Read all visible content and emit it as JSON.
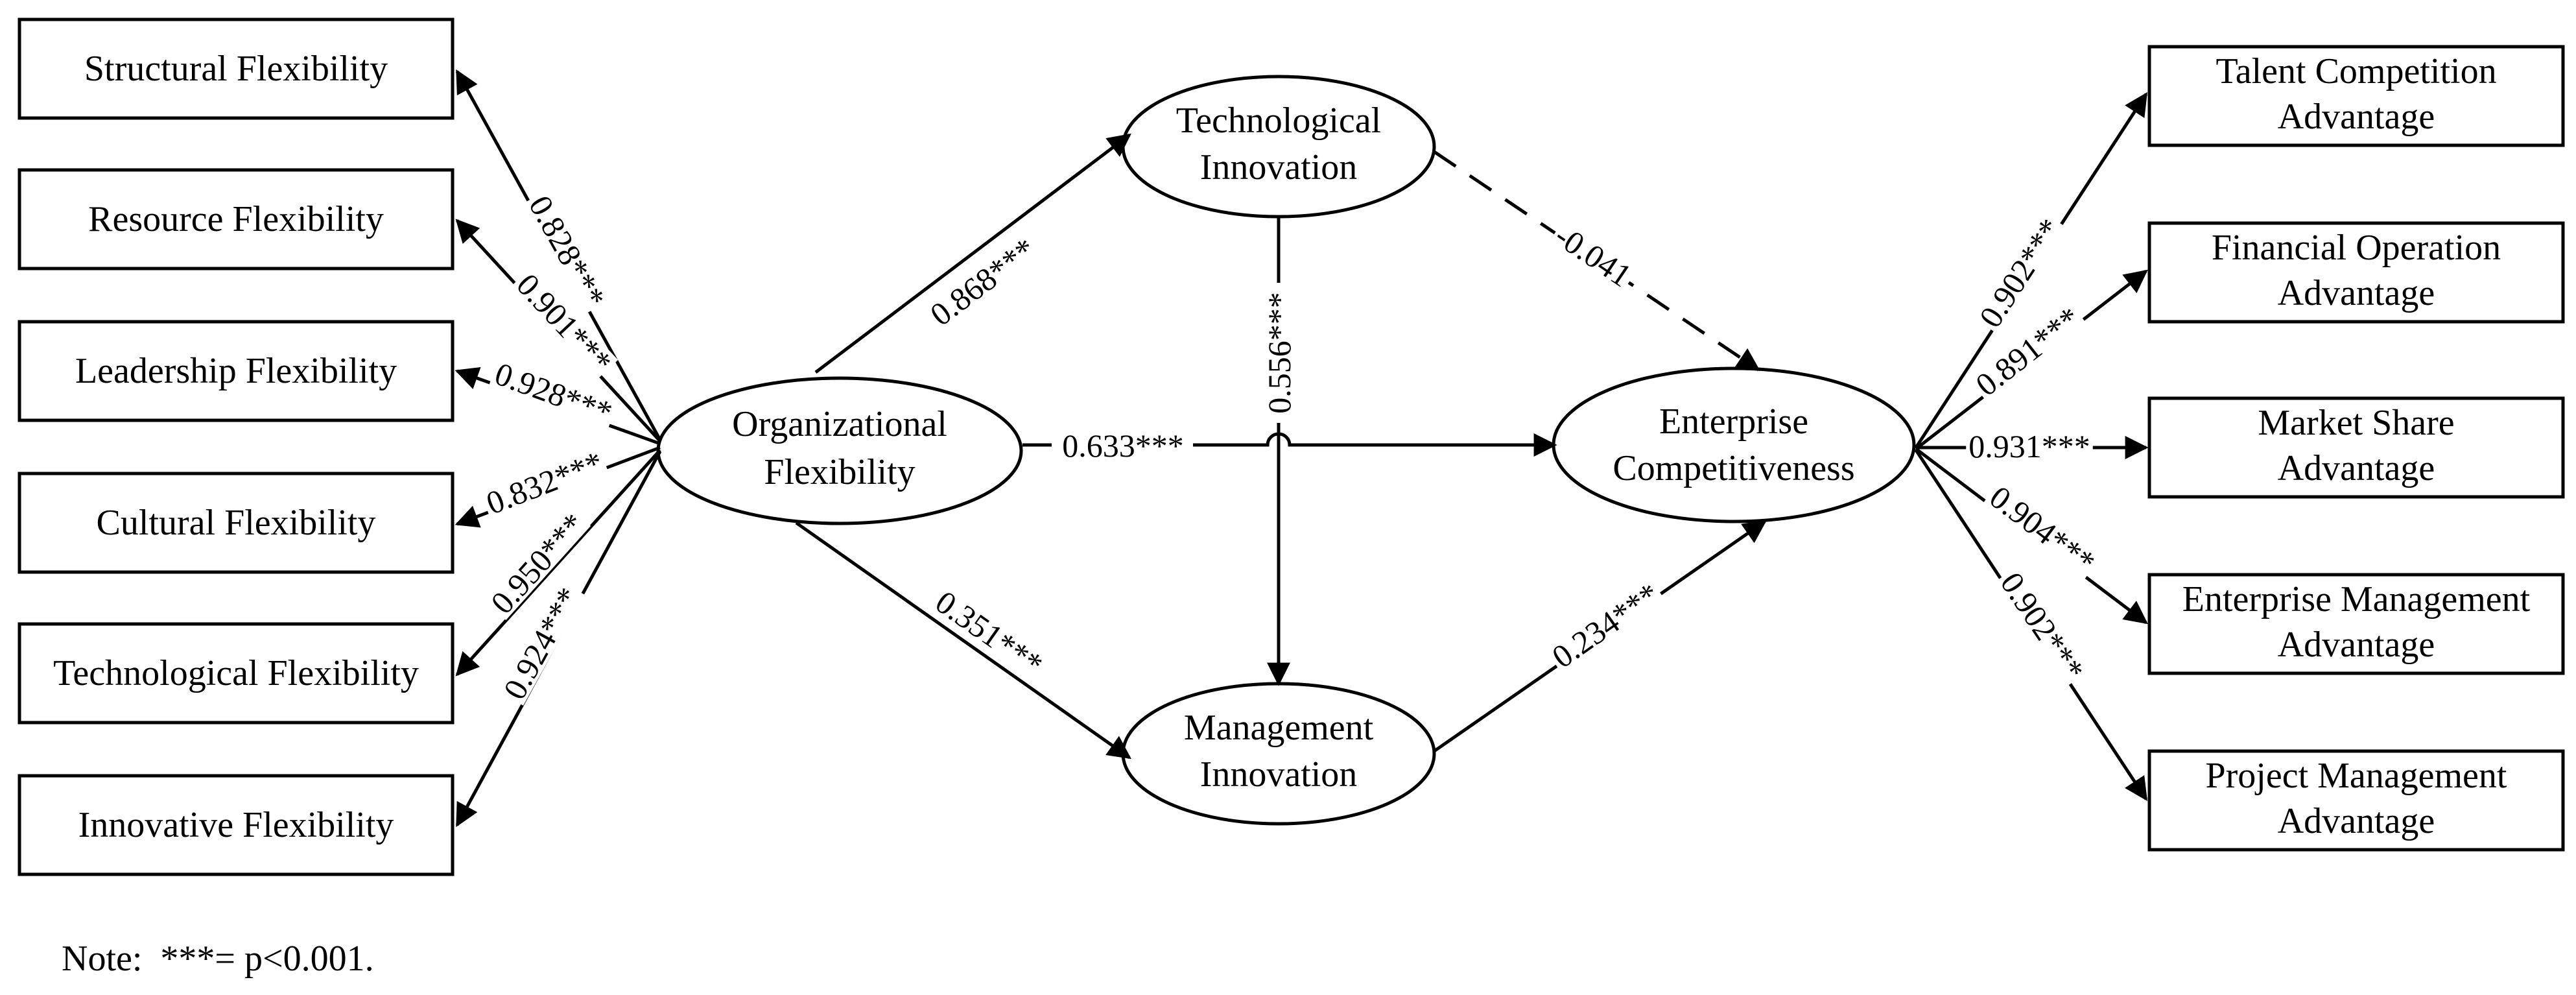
{
  "left_indicators": [
    {
      "label": "Structural Flexibility",
      "loading": "0.828***"
    },
    {
      "label": "Resource Flexibility",
      "loading": "0.901***"
    },
    {
      "label": "Leadership Flexibility",
      "loading": "0.928***"
    },
    {
      "label": "Cultural Flexibility",
      "loading": "0.832***"
    },
    {
      "label": "Technological Flexibility",
      "loading": "0.950***"
    },
    {
      "label": "Innovative Flexibility",
      "loading": "0.924***"
    }
  ],
  "right_indicators": [
    {
      "line1": "Talent Competition",
      "line2": "Advantage",
      "loading": "0.902***"
    },
    {
      "line1": "Financial Operation",
      "line2": "Advantage",
      "loading": "0.891***"
    },
    {
      "line1": "Market Share",
      "line2": "Advantage",
      "loading": "0.931***"
    },
    {
      "line1": "Enterprise Management",
      "line2": "Advantage",
      "loading": "0.904***"
    },
    {
      "line1": "Project Management",
      "line2": "Advantage",
      "loading": "0.902***"
    }
  ],
  "constructs": {
    "org": {
      "line1": "Organizational",
      "line2": "Flexibility"
    },
    "tech": {
      "line1": "Technological",
      "line2": "Innovation"
    },
    "mgmt": {
      "line1": "Management",
      "line2": "Innovation"
    },
    "ec": {
      "line1": "Enterprise",
      "line2": "Competitiveness"
    }
  },
  "paths": {
    "org_tech": "0.868***",
    "org_mgmt": "0.351***",
    "org_ec": "0.633***",
    "tech_mgmt": "0.556***",
    "tech_ec": "-0.041",
    "mgmt_ec": "0.234***"
  },
  "note": "Note:  ***= p<0.001."
}
